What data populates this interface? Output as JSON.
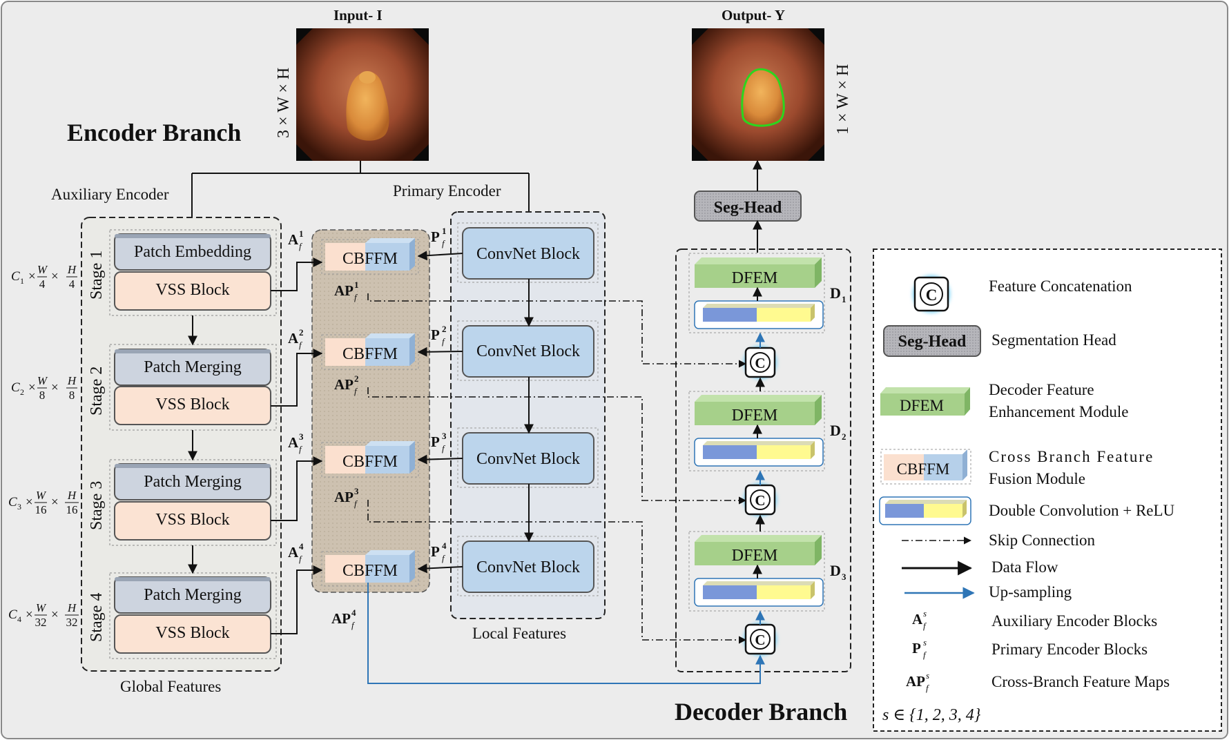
{
  "colors": {
    "panel_bg": "#ececec",
    "border": "#555555",
    "stage_fill": "#f7ece4",
    "patch_fill": "#d7dde6",
    "vss_fill": "#fbe3d3",
    "convnet_fill": "#bcd5ec",
    "cbffm_left": "#fbe0cf",
    "cbffm_right": "#b6d0ea",
    "dfem_fill": "#a6d08a",
    "conv_blue": "#7a97d9",
    "conv_yellow": "#fffa90",
    "upsample_line": "#2e75b6",
    "fusion_column": "#cfc3b3",
    "seg_head_fill": "#b9b9bd"
  },
  "titles": {
    "encoder_branch": "Encoder Branch",
    "decoder_branch": "Decoder Branch",
    "input": "Input- I",
    "output": "Output- Y",
    "input_dim": "3 × W × H",
    "output_dim": "1 × W × H"
  },
  "encoder": {
    "auxiliary_label": "Auxiliary Encoder",
    "primary_label": "Primary Encoder",
    "global_features": "Global Features",
    "local_features": "Local Features",
    "stages": [
      {
        "stage": "Stage 1",
        "top_block": "Patch Embedding",
        "vss": "VSS Block",
        "dim": [
          "C",
          "1",
          "W",
          "4",
          "H",
          "4"
        ],
        "a": "A",
        "sup": "1",
        "ap": "AP"
      },
      {
        "stage": "Stage 2",
        "top_block": "Patch Merging",
        "vss": "VSS Block",
        "dim": [
          "C",
          "2",
          "W",
          "8",
          "H",
          "8"
        ],
        "a": "A",
        "sup": "2",
        "ap": "AP"
      },
      {
        "stage": "Stage 3",
        "top_block": "Patch Merging",
        "vss": "VSS Block",
        "dim": [
          "C",
          "3",
          "W",
          "16",
          "H",
          "16"
        ],
        "a": "A",
        "sup": "3",
        "ap": "AP"
      },
      {
        "stage": "Stage 4",
        "top_block": "Patch Merging",
        "vss": "VSS Block",
        "dim": [
          "C",
          "4",
          "W",
          "32",
          "H",
          "32"
        ],
        "a": "A",
        "sup": "4",
        "ap": "AP"
      }
    ],
    "cbffm_label": "CBFFM",
    "convnet_label": "ConvNet Block",
    "p_label": "P",
    "subscript_f": "f"
  },
  "decoder": {
    "seg_head": "Seg-Head",
    "dfem": "DFEM",
    "concat_symbol": "C",
    "d_labels": [
      {
        "d": "D",
        "n": "1"
      },
      {
        "d": "D",
        "n": "2"
      },
      {
        "d": "D",
        "n": "3"
      }
    ]
  },
  "legend": {
    "concat": "Feature Concatenation",
    "seg_head_symbol": "Seg-Head",
    "seg_head": "Segmentation Head",
    "dfem_symbol": "DFEM",
    "dfem_line1": "Decoder Feature",
    "dfem_line2": "Enhancement Module",
    "cbffm_symbol": "CBFFM",
    "cbffm_line1": "Cross Branch Feature",
    "cbffm_line2": "Fusion Module",
    "double_conv": "Double Convolution + ReLU",
    "skip": "Skip Connection",
    "data_flow": "Data Flow",
    "upsampling": "Up-sampling",
    "a_symbol": "A",
    "a_desc": "Auxiliary Encoder Blocks",
    "p_symbol": "P",
    "p_desc": "Primary Encoder Blocks",
    "ap_symbol": "AP",
    "ap_desc": "Cross-Branch Feature Maps",
    "s_super": "s",
    "f_sub": "f",
    "s_set": "s ∈ {1, 2, 3, 4}"
  }
}
